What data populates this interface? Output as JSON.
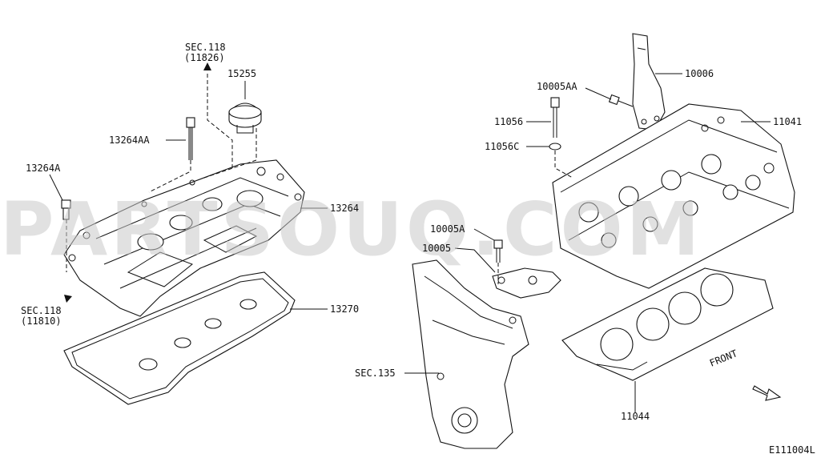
{
  "watermark": "PARTSOUQ.COM",
  "diagram_code": "E111004L",
  "front_label": "FRONT",
  "labels": {
    "sec118_top_a": "SEC.118",
    "sec118_top_b": "(11826)",
    "p15255": "15255",
    "p13264AA": "13264AA",
    "p13264A": "13264A",
    "p13264": "13264",
    "sec118_bot_a": "SEC.118",
    "sec118_bot_b": "(11810)",
    "p13270": "13270",
    "p10006": "10006",
    "p10005AA": "10005AA",
    "p11041": "11041",
    "p11056": "11056",
    "p11056C": "11056C",
    "p10005A": "10005A",
    "p10005": "10005",
    "sec135": "SEC.135",
    "p11044": "11044"
  }
}
